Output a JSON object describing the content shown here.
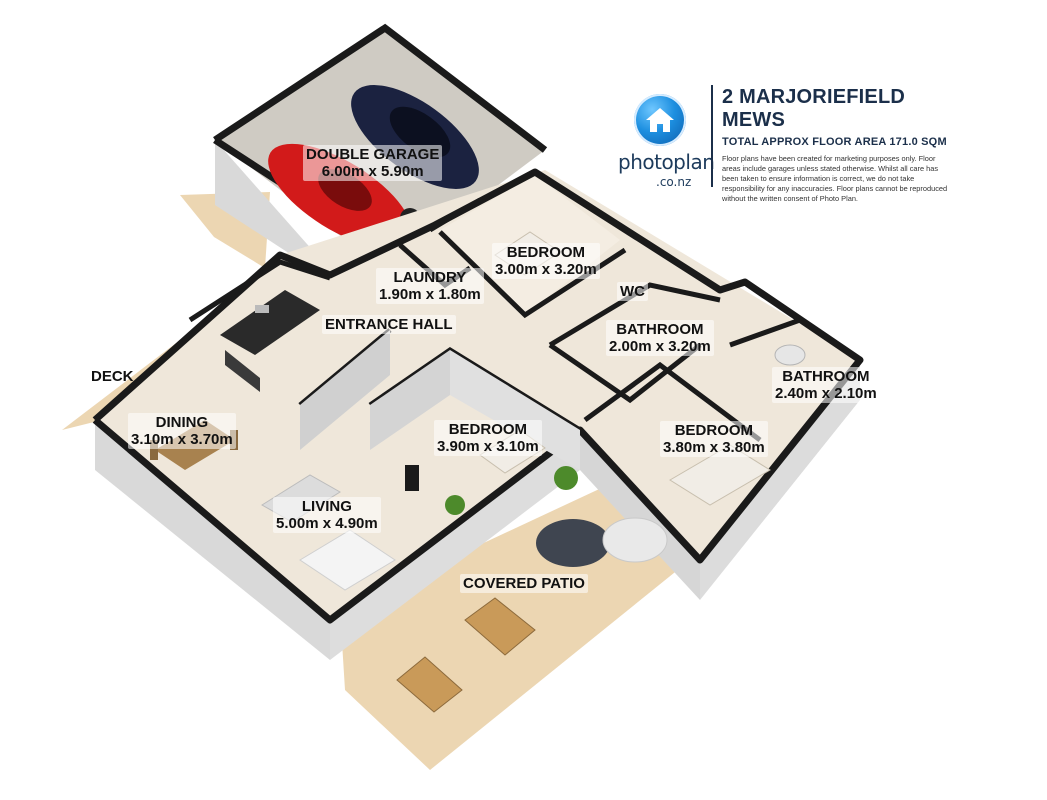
{
  "header": {
    "address": "2 MARJORIEFIELD MEWS",
    "area": "TOTAL APPROX FLOOR AREA 171.0 SQM",
    "disclaimer": "Floor plans have been created for marketing purposes only. Floor areas include garages unless stated otherwise. Whilst all care has been taken to ensure information is correct, we do not take responsibility for any inaccuracies. Floor plans cannot be reproduced without the written consent of Photo Plan."
  },
  "brand": {
    "name": "photoplan",
    "domain": ".co.nz",
    "logo_icon": "house-icon",
    "logo_color": "#1d8fe0"
  },
  "rooms": {
    "double_garage": {
      "name": "DOUBLE GARAGE",
      "dims": "6.00m x 5.90m"
    },
    "bedroom_1": {
      "name": "BEDROOM",
      "dims": "3.00m x 3.20m"
    },
    "laundry": {
      "name": "LAUNDRY",
      "dims": "1.90m x 1.80m"
    },
    "wc": {
      "name": "WC"
    },
    "entrance_hall": {
      "name": "ENTRANCE HALL"
    },
    "bathroom_1": {
      "name": "BATHROOM",
      "dims": "2.00m x 3.20m"
    },
    "bathroom_2": {
      "name": "BATHROOM",
      "dims": "2.40m x 2.10m"
    },
    "deck": {
      "name": "DECK"
    },
    "dining": {
      "name": "DINING",
      "dims": "3.10m x 3.70m"
    },
    "bedroom_2": {
      "name": "BEDROOM",
      "dims": "3.90m x 3.10m"
    },
    "bedroom_3": {
      "name": "BEDROOM",
      "dims": "3.80m x 3.80m"
    },
    "living": {
      "name": "LIVING",
      "dims": "5.00m x 4.90m"
    },
    "covered_patio": {
      "name": "COVERED PATIO"
    }
  },
  "colors": {
    "floor": "#efe7da",
    "deck": "#ecd6b2",
    "wall_top": "#1a1a1a",
    "wall_face": "#d9d9d9",
    "garage_floor": "#d8d4cc"
  }
}
